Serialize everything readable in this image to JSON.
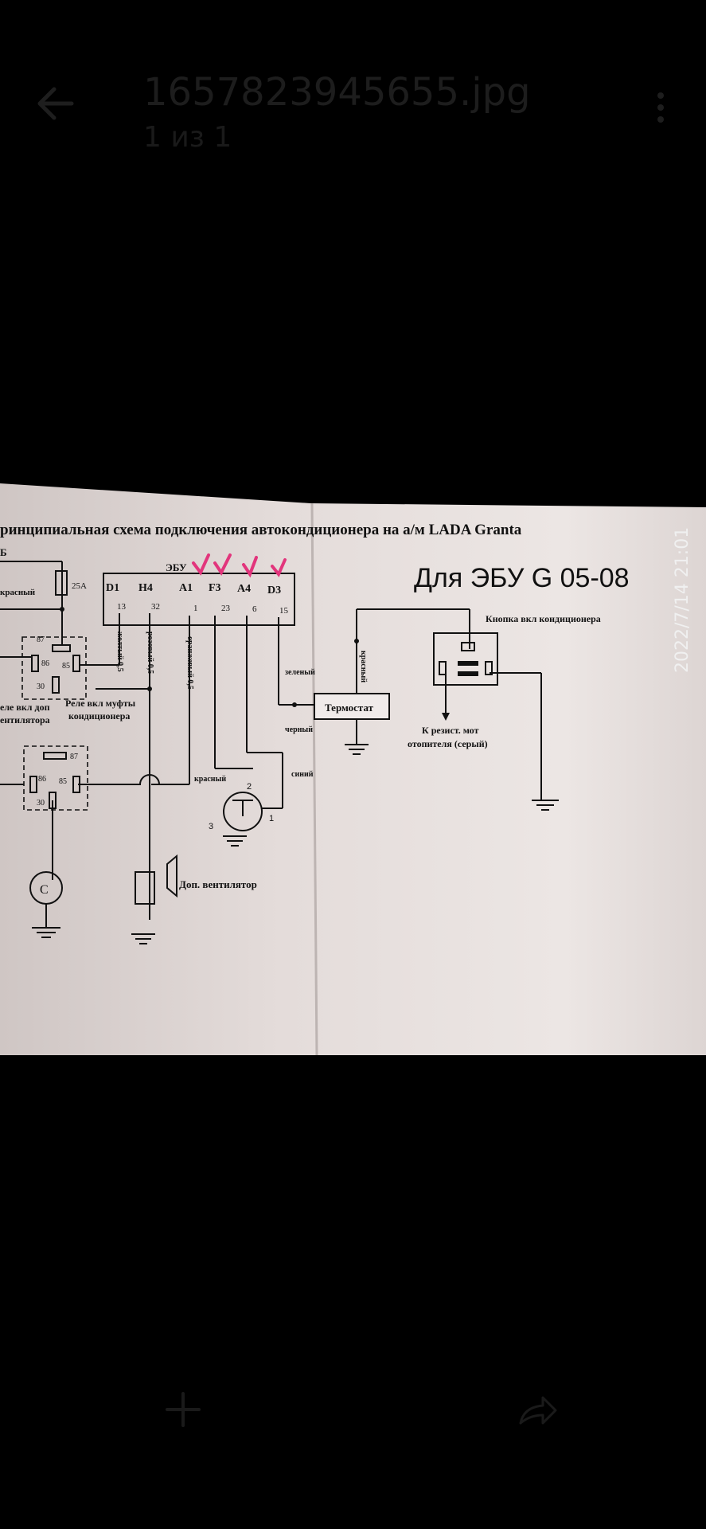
{
  "header": {
    "title": "1657823945655.jpg",
    "counter": "1 из 1"
  },
  "stamp": {
    "datetime": "2022/7/14 21:01"
  },
  "diagram": {
    "heading": "ринципиальная схема подключения автокондиционера на а/м LADA Granta",
    "ecu_note": "Для ЭБУ G 05-08",
    "ecu_label": "ЭБУ",
    "pins": [
      "D1",
      "H4",
      "A1",
      "F3",
      "A4",
      "D3"
    ],
    "pin_numbers": [
      "13",
      "32",
      "1",
      "23",
      "6",
      "15"
    ],
    "fuse": "25А",
    "akb": "Б",
    "wire_red_top": "красный",
    "relay1_pins": [
      "87",
      "86",
      "85",
      "30"
    ],
    "relay1_label_1": "еле вкл доп",
    "relay1_label_2": "ентилятора",
    "relay2_label_1": "Реле вкл муфты",
    "relay2_label_2": "кондиционера",
    "relay2_pins": [
      "87",
      "86",
      "85",
      "30"
    ],
    "wire_yellow": "желтый 0,5",
    "wire_pink": "розовый 0,5",
    "wire_orange": "оранжевый 0,5",
    "wire_green": "зеленый",
    "wire_black": "черный",
    "wire_red_vert": "красный",
    "wire_red_sensor": "красный",
    "wire_blue": "синий",
    "thermostat": "Термостат",
    "button_label": "Кнопка вкл кондиционера",
    "resistor_1": "К резист. мот",
    "resistor_2": "отопителя (серый)",
    "fan_label": "Доп. вентилятор",
    "compressor": "С",
    "sensor_pins": [
      "2",
      "3",
      "1"
    ]
  }
}
